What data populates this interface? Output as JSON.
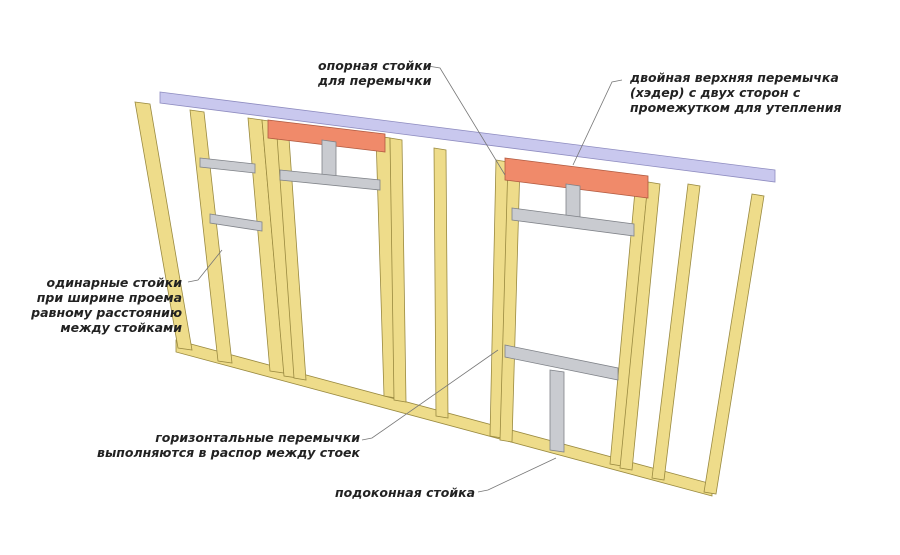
{
  "labels": {
    "support_studs": [
      "опорная стойки",
      "для перемычки"
    ],
    "double_header": [
      "двойная верхняя перемычка",
      "(хэдер) с двух сторон с",
      "промежутком для утепления"
    ],
    "single_studs": [
      "одинарные стойки",
      "при ширине проема",
      "равному расстоянию",
      "между стойками"
    ],
    "horizontal_jumpers": [
      "горизонтальные перемычки",
      "выполняются в распор между стоек"
    ],
    "sill_stud": [
      "подоконная стойка"
    ]
  },
  "colors": {
    "wood": "#eedc8a",
    "wood_edge": "#b59a3c",
    "header": "#f08a6a",
    "gray_member": "#c9cbd0",
    "top_plate": "#c9c8ee"
  }
}
